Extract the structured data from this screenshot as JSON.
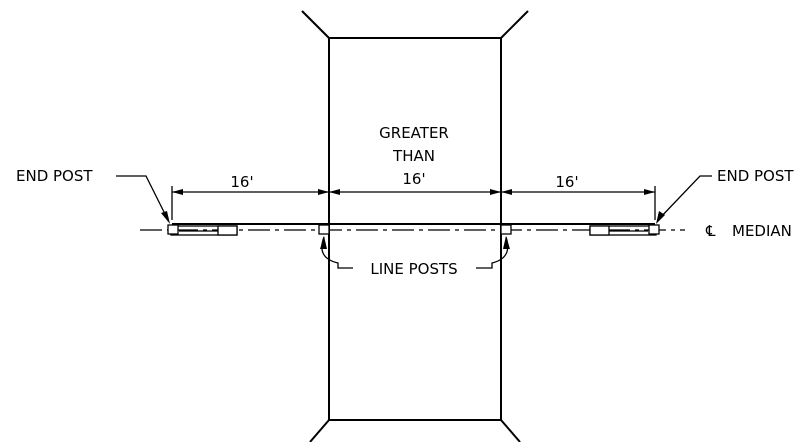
{
  "labels": {
    "end_post_left": "END POST",
    "end_post_right": "END POST",
    "dim_left": "16'",
    "dim_center_line1": "GREATER",
    "dim_center_line2": "THAN",
    "dim_center_line3": "16'",
    "dim_right": "16'",
    "line_posts": "LINE POSTS",
    "centerline_symbol": "℄",
    "median": "MEDIAN"
  }
}
